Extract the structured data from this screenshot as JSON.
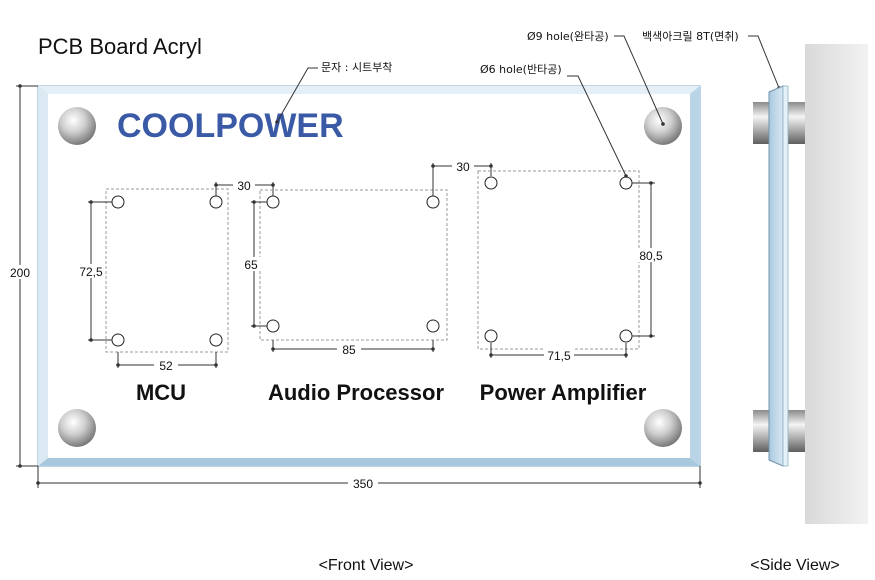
{
  "title": "PCB Board Acryl",
  "brand": "COOLPOWER",
  "notes": {
    "lettering": "문자 : 시트부착",
    "hole9": "Ø9 hole(완타공)",
    "hole6": "Ø6 hole(반타공)",
    "material": "백색아크릴 8T(면취)"
  },
  "sections": [
    {
      "label": "MCU",
      "width": "52",
      "height": "72,5"
    },
    {
      "label": "Audio Processor",
      "width": "85",
      "height": "65"
    },
    {
      "label": "Power Amplifier",
      "width": "71,5",
      "height": "80,5"
    }
  ],
  "dimensions": {
    "overall_width": "350",
    "overall_height": "200",
    "gap_1": "30",
    "gap_2": "30"
  },
  "views": {
    "front": "<Front View>",
    "side": "<Side View>"
  },
  "colors": {
    "brand": "#3a5aa6",
    "board_edge": "#b7d3e6"
  }
}
